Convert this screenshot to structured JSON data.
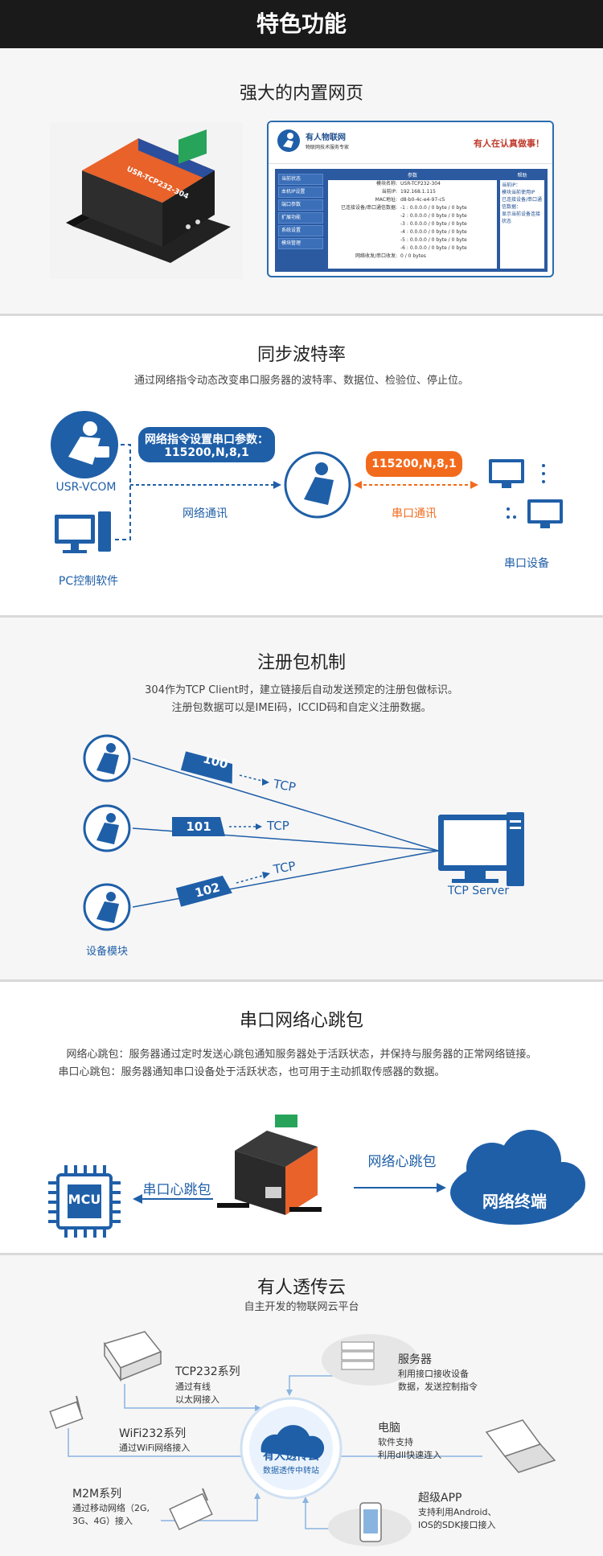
{
  "header": {
    "title": "特色功能"
  },
  "colors": {
    "brand_blue": "#1f5fa8",
    "accent_orange": "#f26b1d",
    "header_bg": "#1a1a1a"
  },
  "section1": {
    "title": "强大的内置网页",
    "web": {
      "company": "有人物联网",
      "slogan_sub": "物联网技术服务专家",
      "slogan": "有人在认真做事！",
      "menu": [
        "当前状态",
        "本机IP设置",
        "端口参数",
        "扩展功能",
        "系统设置",
        "模块管理"
      ],
      "panel_title": "参数",
      "rows": [
        {
          "k": "模块名称:",
          "v": "USR-TCP232-304"
        },
        {
          "k": "当前IP:",
          "v": "192.168.1.115"
        },
        {
          "k": "MAC地址:",
          "v": "d8-b0-4c-e4-97-c5"
        },
        {
          "k": "已连接设备/串口通信数据:",
          "v": "-1 : 0.0.0.0 / 0 byte / 0 byte"
        },
        {
          "k": "",
          "v": "-2 : 0.0.0.0 / 0 byte / 0 byte"
        },
        {
          "k": "",
          "v": "-3 : 0.0.0.0 / 0 byte / 0 byte"
        },
        {
          "k": "",
          "v": "-4 : 0.0.0.0 / 0 byte / 0 byte"
        },
        {
          "k": "",
          "v": "-5 : 0.0.0.0 / 0 byte / 0 byte"
        },
        {
          "k": "",
          "v": "-6 : 0.0.0.0 / 0 byte / 0 byte"
        },
        {
          "k": "网络收发/串口收发:",
          "v": "0 / 0 bytes"
        }
      ],
      "help_title": "帮助",
      "help_lines": [
        "当前IP：",
        "模块当前使用IP",
        "已连接设备/串口通信数据：",
        "显示当前设备连接状态"
      ]
    },
    "device_label": "USR-TCP232-304"
  },
  "section2": {
    "title": "同步波特率",
    "desc": "通过网络指令动态改变串口服务器的波特率、数据位、检验位、停止位。",
    "left_top_label": "USR-VCOM",
    "left_bottom_label": "PC控制软件",
    "blue_box_line1": "网络指令设置串口参数：",
    "blue_box_line2": "115200,N,8,1",
    "orange_box": "115200,N,8,1",
    "network_label": "网络通讯",
    "serial_label": "串口通讯",
    "device_label": "串口设备"
  },
  "section3": {
    "title": "注册包机制",
    "desc_line1": "304作为TCP Client时，建立链接后自动发送预定的注册包做标识。",
    "desc_line2": "注册包数据可以是IMEI码，ICCID码和自定义注册数据。",
    "packets": [
      "100",
      "101",
      "102"
    ],
    "tcp_label": "TCP",
    "server_label": "TCP Server",
    "module_label": "设备模块"
  },
  "section4": {
    "title": "串口网络心跳包",
    "desc_line1": "网络心跳包：服务器通过定时发送心跳包通知服务器处于活跃状态，并保持与服务器的正常网络链接。",
    "desc_line2": "串口心跳包：服务器通知串口设备处于活跃状态，也可用于主动抓取传感器的数据。",
    "mcu": "MCU",
    "serial_heartbeat": "串口心跳包",
    "network_heartbeat": "网络心跳包",
    "network_terminal": "网络终端"
  },
  "section5": {
    "title": "有人透传云",
    "subtitle": "自主开发的物联网云平台",
    "center_line1": "有人透传云",
    "center_line2": "数据透传中转站",
    "items": [
      {
        "title": "TCP232系列",
        "desc1": "通过有线",
        "desc2": "以太网接入"
      },
      {
        "title": "WiFi232系列",
        "desc1": "通过WiFi网络接入",
        "desc2": ""
      },
      {
        "title": "M2M系列",
        "desc1": "通过移动网络（2G,",
        "desc2": "3G、4G）接入"
      },
      {
        "title": "服务器",
        "desc1": "利用接口接收设备",
        "desc2": "数据，发送控制指令"
      },
      {
        "title": "电脑",
        "desc1": "软件支持",
        "desc2": "利用dll快速连入"
      },
      {
        "title": "超级APP",
        "desc1": "支持利用Android、",
        "desc2": "IOS的SDK接口接入"
      }
    ]
  }
}
